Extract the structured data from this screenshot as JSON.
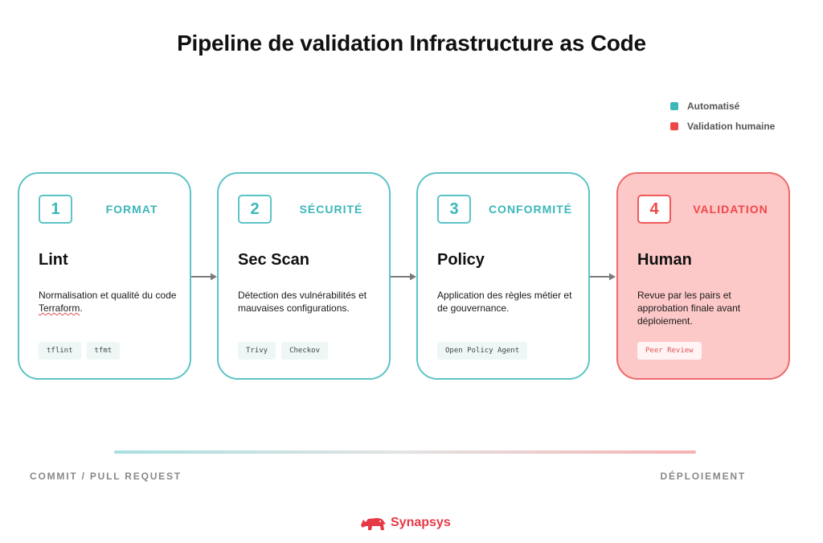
{
  "title": "Pipeline de validation Infrastructure as Code",
  "legend": [
    {
      "label": "Automatisé",
      "color": "#3bb7ba"
    },
    {
      "label": "Validation humaine",
      "color": "#ef4747"
    }
  ],
  "stages": [
    {
      "number": "1",
      "category": "FORMAT",
      "name": "Lint",
      "desc_pre": "Normalisation et qualité du code ",
      "desc_mark": "Terraform",
      "desc_post": ".",
      "tags": [
        "tflint",
        "tfmt"
      ],
      "kind": "automated"
    },
    {
      "number": "2",
      "category": "SÉCURITÉ",
      "name": "Sec Scan",
      "desc_pre": "Détection des vulnérabilités et mauvaises configurations.",
      "desc_mark": "",
      "desc_post": "",
      "tags": [
        "Trivy",
        "Checkov"
      ],
      "kind": "automated"
    },
    {
      "number": "3",
      "category": "CONFORMITÉ",
      "name": "Policy",
      "desc_pre": "Application des règles métier et de gouvernance.",
      "desc_mark": "",
      "desc_post": "",
      "tags": [
        "Open Policy Agent"
      ],
      "kind": "automated"
    },
    {
      "number": "4",
      "category": "VALIDATION",
      "name": "Human",
      "desc_pre": "Revue par les pairs et approbation finale avant déploiement.",
      "desc_mark": "",
      "desc_post": "",
      "tags": [
        "Peer Review"
      ],
      "kind": "human"
    }
  ],
  "timeline": {
    "start": "COMMIT / PULL REQUEST",
    "end": "DÉPLOIEMENT"
  },
  "brand": {
    "name": "Synapsys",
    "icon": "rhino-logo-icon"
  },
  "colors": {
    "automated": "#5cc4c6",
    "human": "#ef6a6a",
    "human_fill": "#fdc8c8",
    "arrow": "#7a7a7a"
  }
}
